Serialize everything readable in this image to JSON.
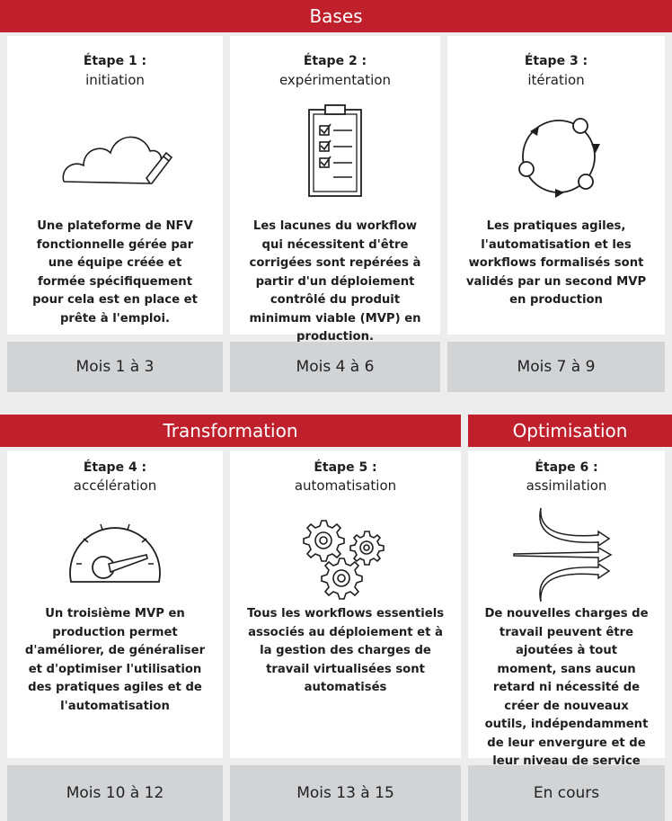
{
  "sections": {
    "bases": "Bases",
    "transformation": "Transformation",
    "optimisation": "Optimisation"
  },
  "steps": [
    {
      "title": "Étape 1 :",
      "subtitle": "initiation",
      "icon": "cloud-pencil-icon",
      "description": "Une plateforme de NFV fonctionnelle gérée par une équipe créée et formée spécifiquement pour cela est en place et prête à l'emploi.",
      "period": "Mois 1 à 3"
    },
    {
      "title": "Étape 2 :",
      "subtitle": "expérimentation",
      "icon": "checklist-clipboard-icon",
      "description": "Les lacunes du workflow qui nécessitent d'être corrigées sont repérées à partir d'un déploiement contrôlé du produit minimum viable (MVP) en production.",
      "period": "Mois 4 à 6"
    },
    {
      "title": "Étape 3 :",
      "subtitle": "itération",
      "icon": "cycle-icon",
      "description": "Les pratiques agiles, l'automatisation et les workflows formalisés sont validés par un second MVP en production",
      "period": "Mois 7 à 9"
    },
    {
      "title": "Étape 4 :",
      "subtitle": "accélération",
      "icon": "speedometer-icon",
      "description": "Un troisième MVP en production permet d'améliorer, de généraliser et d'optimiser l'utilisation des pratiques agiles et de l'automatisation",
      "period": "Mois 10 à 12"
    },
    {
      "title": "Étape 5 :",
      "subtitle": "automatisation",
      "icon": "gears-icon",
      "description": "Tous les workflows essentiels associés au déploiement et à la gestion des charges de travail virtualisées sont automatisés",
      "period": "Mois 13 à 15"
    },
    {
      "title": "Étape 6 :",
      "subtitle": "assimilation",
      "icon": "merging-arrows-icon",
      "description": "De nouvelles charges de travail peuvent être ajoutées à tout moment, sans aucun retard ni nécessité de créer de nouveaux outils, indépendamment de leur envergure et de leur niveau de service",
      "period": "En cours"
    }
  ],
  "colors": {
    "band": "#c01f2c",
    "card": "#ffffff",
    "footer": "#d2d3d5",
    "background": "#ededed"
  }
}
